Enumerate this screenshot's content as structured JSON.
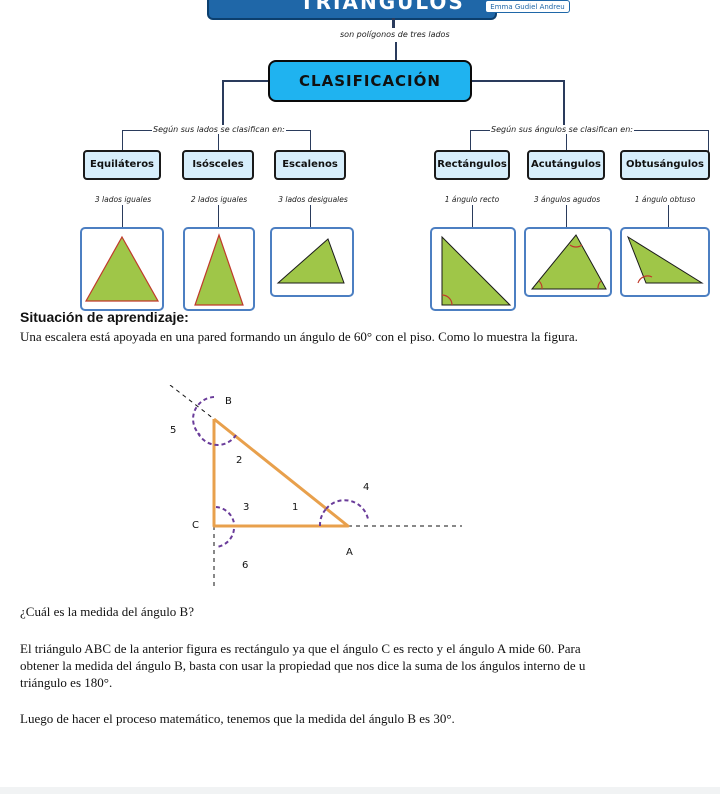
{
  "map": {
    "title": "TRIÁNGULOS",
    "author": "Emma Gudiel Andreu",
    "subtitle": "son polígonos de tres lados",
    "center": "CLASIFICACIÓN",
    "left_criterion": "Según sus lados se clasifican en:",
    "right_criterion": "Según sus ángulos se clasifican en:",
    "categories": [
      {
        "name": "Equiláteros",
        "desc": "3 lados iguales"
      },
      {
        "name": "Isósceles",
        "desc": "2 lados iguales"
      },
      {
        "name": "Escalenos",
        "desc": "3 lados desiguales"
      },
      {
        "name": "Rectángulos",
        "desc": "1 ángulo recto"
      },
      {
        "name": "Acutángulos",
        "desc": "3 ángulos agudos"
      },
      {
        "name": "Obtusángulos",
        "desc": "1 ángulo obtuso"
      }
    ],
    "colors": {
      "title_bg": "#1f67a8",
      "center_bg": "#1fb3f0",
      "category_bg": "#d7eefb",
      "triangle_fill": "#9fc648",
      "triangle_stroke": "#c0392b"
    }
  },
  "content": {
    "heading": "Situación de aprendizaje:",
    "intro": "Una escalera está apoyada en una pared formando un ángulo de 60° con el piso. Como lo muestra la figura.",
    "question": "¿Cuál es la medida del ángulo  B?",
    "explanation_1": "El triángulo ABC de la anterior figura es rectángulo ya que el ángulo C es recto y el ángulo A mide 60. Para",
    "explanation_2": "obtener la medida del  ángulo B, basta con  usar la propiedad que nos dice la suma de los ángulos interno de u",
    "explanation_3": "triángulo es 180°.",
    "conclusion": "Luego de hacer el proceso matemático,  tenemos que la medida del ángulo B es 30°."
  },
  "figure": {
    "vertices": {
      "b": "B",
      "c": "C",
      "a": "A"
    },
    "angles": [
      "1",
      "2",
      "3",
      "4",
      "5",
      "6"
    ],
    "colors": {
      "triangle": "#e8a04c",
      "arcs": "#6a3c9a"
    }
  }
}
